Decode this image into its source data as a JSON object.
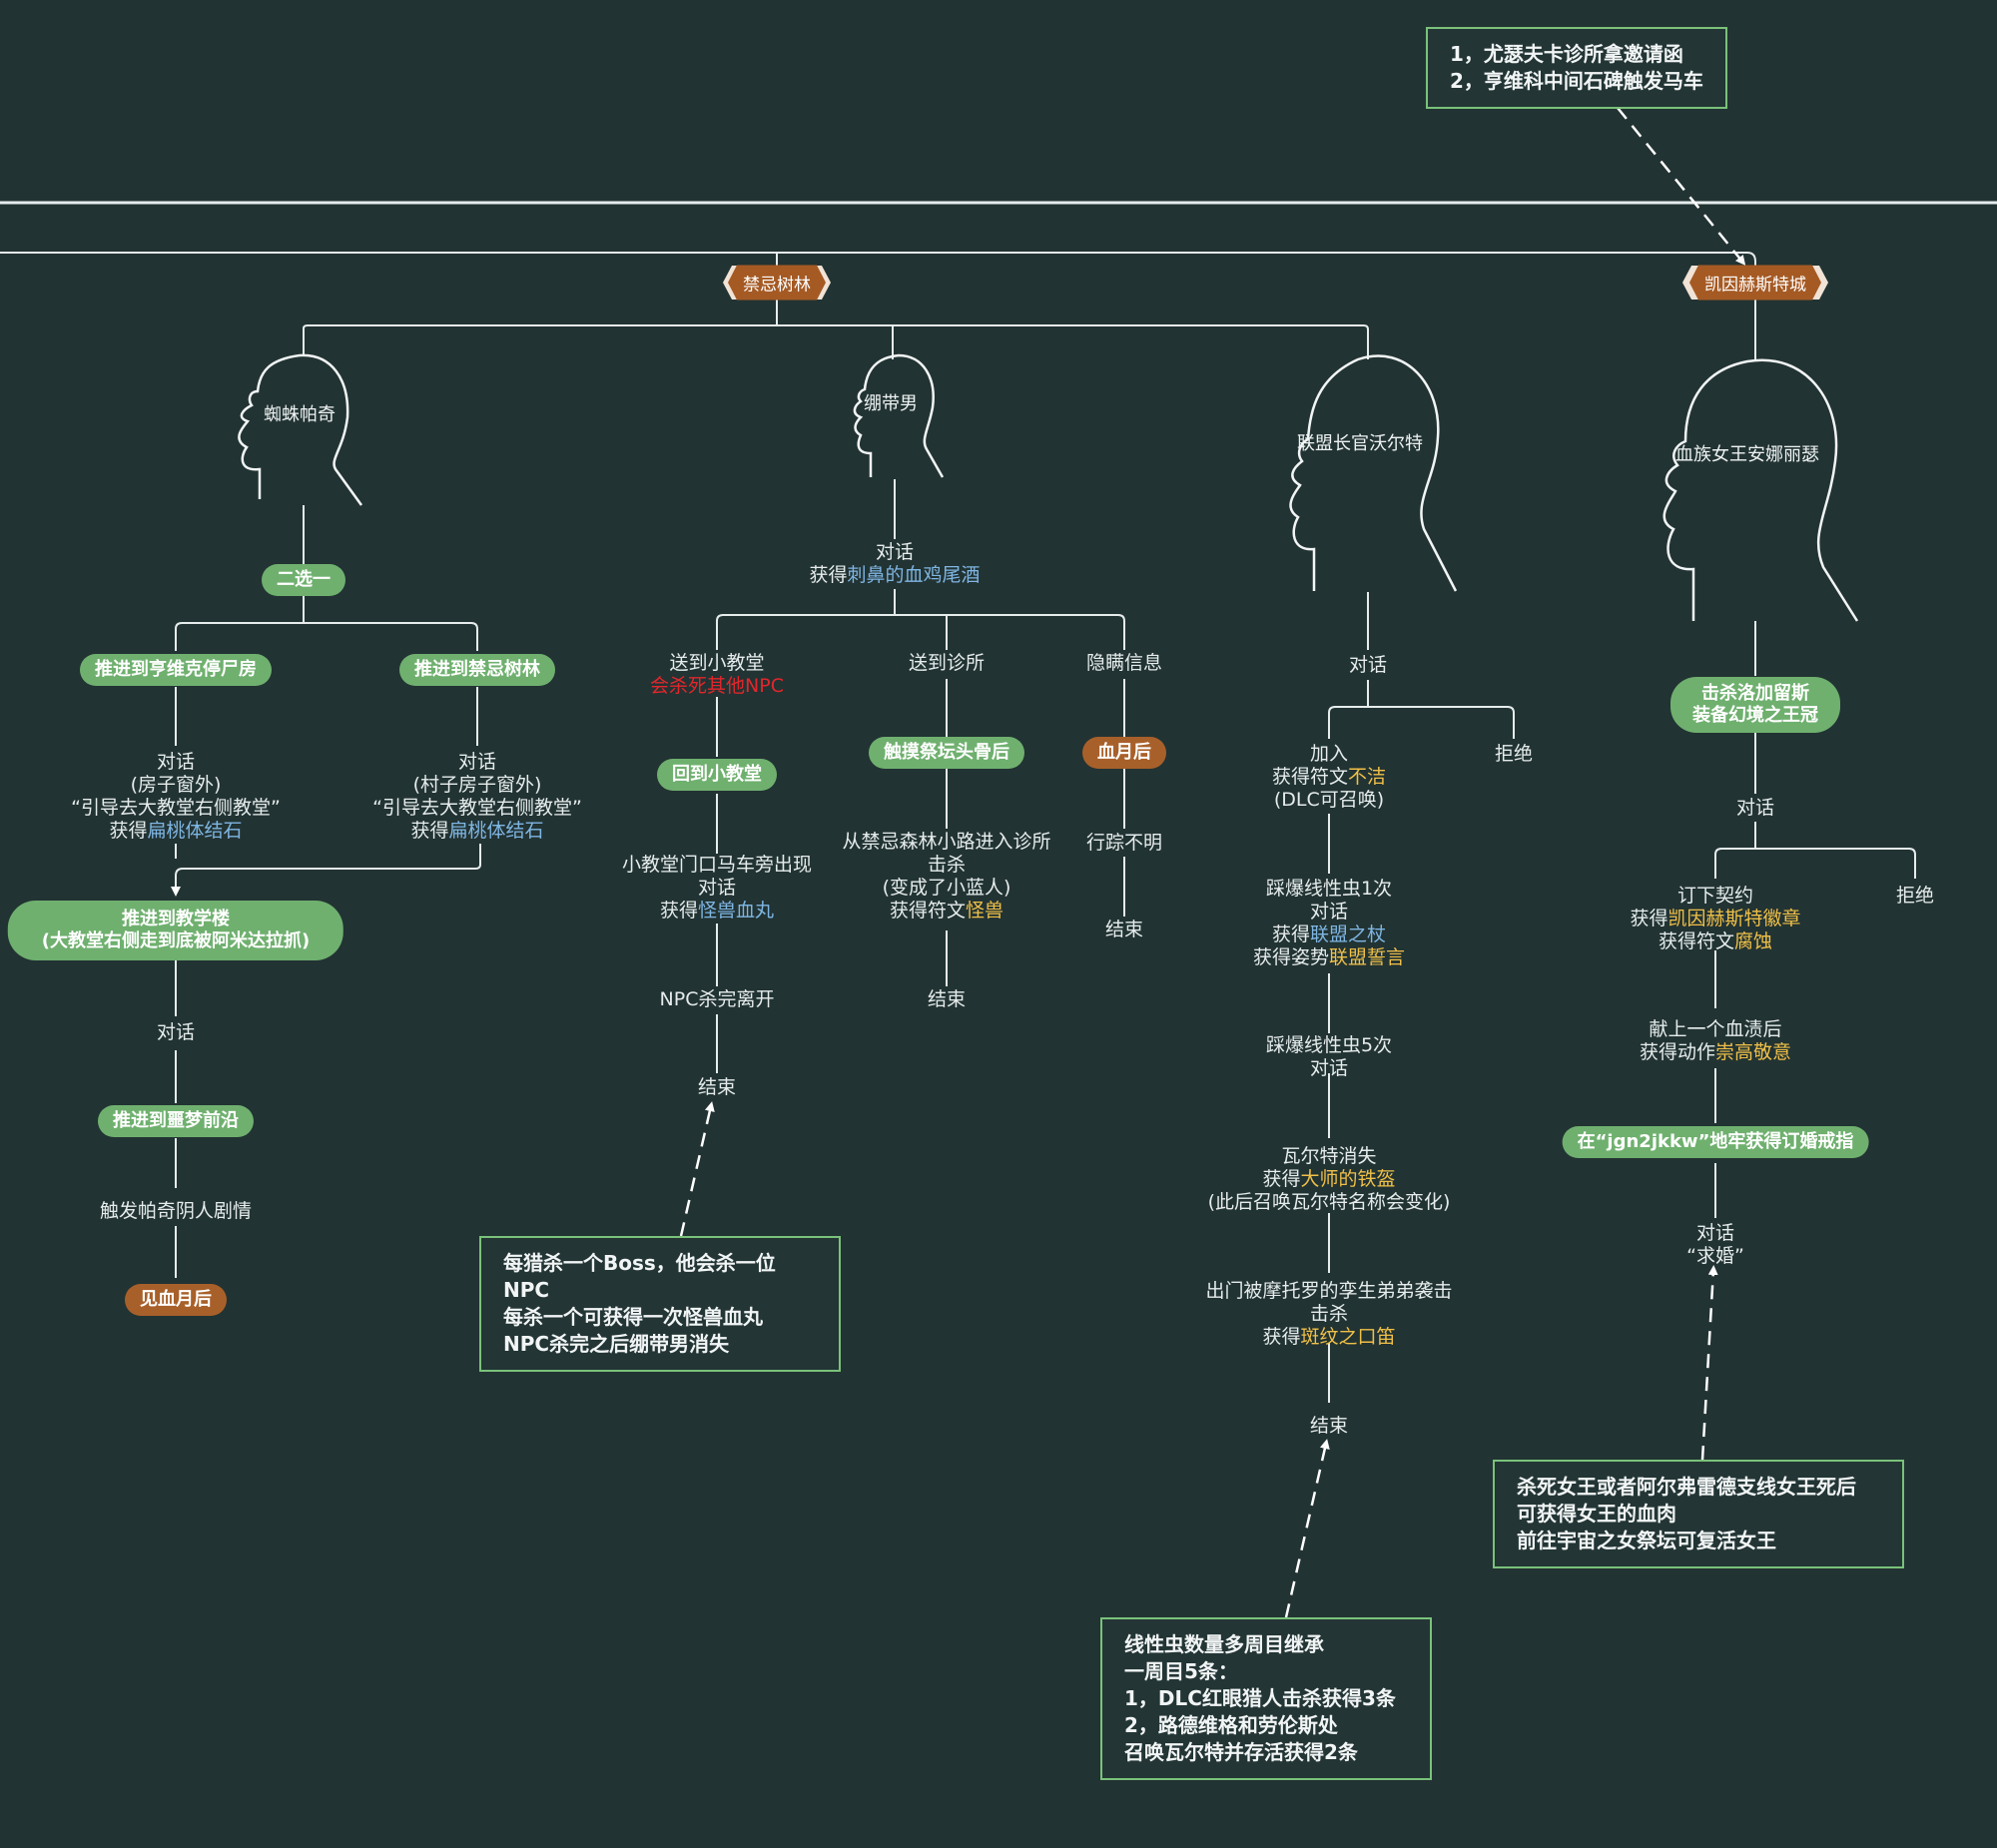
{
  "notes": {
    "top_right": [
      "1，尤瑟夫卡诊所拿邀请函",
      "2，亨维科中间石碑触发马车"
    ],
    "bandage": [
      "每猎杀一个Boss，他会杀一位",
      "NPC",
      "每杀一个可获得一次怪兽血丸",
      "NPC杀完之后绷带男消失"
    ],
    "worm": [
      "线性虫数量多周目继承",
      "一周目5条：",
      "1，DLC红眼猎人击杀获得3条",
      "2，路德维格和劳伦斯处",
      "召唤瓦尔特并存活获得2条"
    ],
    "queen": [
      "杀死女王或者阿尔弗雷德支线女王死后",
      "可获得女王的血肉",
      "前往宇宙之女祭坛可复活女王"
    ]
  },
  "areas": {
    "forbidden_woods": "禁忌树林",
    "cainhurst": "凯因赫斯特城"
  },
  "npcs": {
    "spider": "蜘蛛帕奇",
    "bandage": "绷带男",
    "valtr": "联盟长官沃尔特",
    "annalise": "血族女王安娜丽瑟"
  },
  "spider_branch": {
    "choose": "二选一",
    "opt_a": "推进到亨维克停尸房",
    "opt_b": "推进到禁忌树林",
    "a_l1": "对话",
    "a_l2": "(房子窗外)",
    "a_l3": "“引导去大教堂右侧教堂”",
    "a_l4a": "获得",
    "a_l4b": "扁桃体结石",
    "b_l1": "对话",
    "b_l2": "(村子房子窗外)",
    "b_l3": "“引导去大教堂右侧教堂”",
    "b_l4a": "获得",
    "b_l4b": "扁桃体结石",
    "lecture_l1": "推进到教学楼",
    "lecture_l2": "(大教堂右侧走到底被阿米达拉抓)",
    "talk": "对话",
    "nightmare": "推进到噩梦前沿",
    "patches": "触发帕奇阴人剧情",
    "after_moon": "见血月后"
  },
  "bandage_branch": {
    "talk1": "对话",
    "talk2a": "获得",
    "talk2b": "刺鼻的血鸡尾酒",
    "chapel_l1": "送到小教堂",
    "chapel_l2": "会杀死其他NPC",
    "back_chapel": "回到小教堂",
    "carriage_l1": "小教堂门口马车旁出现",
    "carriage_l2": "对话",
    "carriage_l3a": "获得",
    "carriage_l3b": "怪兽血丸",
    "npc_done": "NPC杀完离开",
    "end_a": "结束",
    "clinic": "送到诊所",
    "touch_altar": "触摸祭坛头骨后",
    "clinic_l1": "从禁忌森林小路进入诊所",
    "clinic_l2": "击杀",
    "clinic_l3": "(变成了小蓝人)",
    "clinic_l4a": "获得符文",
    "clinic_l4b": "怪兽",
    "end_b": "结束",
    "hide": "隐瞒信息",
    "blood_moon": "血月后",
    "missing": "行踪不明",
    "end_c": "结束"
  },
  "valtr_branch": {
    "talk": "对话",
    "join_l1": "加入",
    "join_l2a": "获得符文",
    "join_l2b": "不洁",
    "join_l3": "(DLC可召唤)",
    "refuse": "拒绝",
    "s1_l1": "踩爆线性虫1次",
    "s1_l2": "对话",
    "s1_l3a": "获得",
    "s1_l3b": "联盟之杖",
    "s1_l4a": "获得姿势",
    "s1_l4b": "联盟誓言",
    "s5_l1": "踩爆线性虫5次",
    "s5_l2": "对话",
    "gone_l1": "瓦尔特消失",
    "gone_l2a": "获得",
    "gone_l2b": "大师的铁盔",
    "gone_l3": "(此后召唤瓦尔特名称会变化)",
    "twins_l1": "出门被摩托罗的孪生弟弟袭击",
    "twins_l2": "击杀",
    "twins_l3a": "获得",
    "twins_l3b": "斑纹之口笛",
    "end": "结束"
  },
  "queen_branch": {
    "kill_l1": "击杀洛加留斯",
    "kill_l2": "装备幻境之王冠",
    "talk": "对话",
    "contract_l1": "订下契约",
    "contract_l2a": "获得",
    "contract_l2b": "凯因赫斯特徽章",
    "contract_l3a": "获得符文",
    "contract_l3b": "腐蚀",
    "refuse": "拒绝",
    "offer_l1": "献上一个血渍后",
    "offer_l2a": "获得动作",
    "offer_l2b": "崇高敬意",
    "ring": "在“jgn2jkkw”地牢获得订婚戒指",
    "propose_l1": "对话",
    "propose_l2": "“求婚”"
  },
  "colors": {
    "background": "#223333",
    "line": "#e6ecec",
    "pill": "#6fb06f",
    "tag": "#a55a24",
    "blue": "#7fb6e3",
    "yellow": "#f0c048",
    "red": "#e2262c"
  }
}
